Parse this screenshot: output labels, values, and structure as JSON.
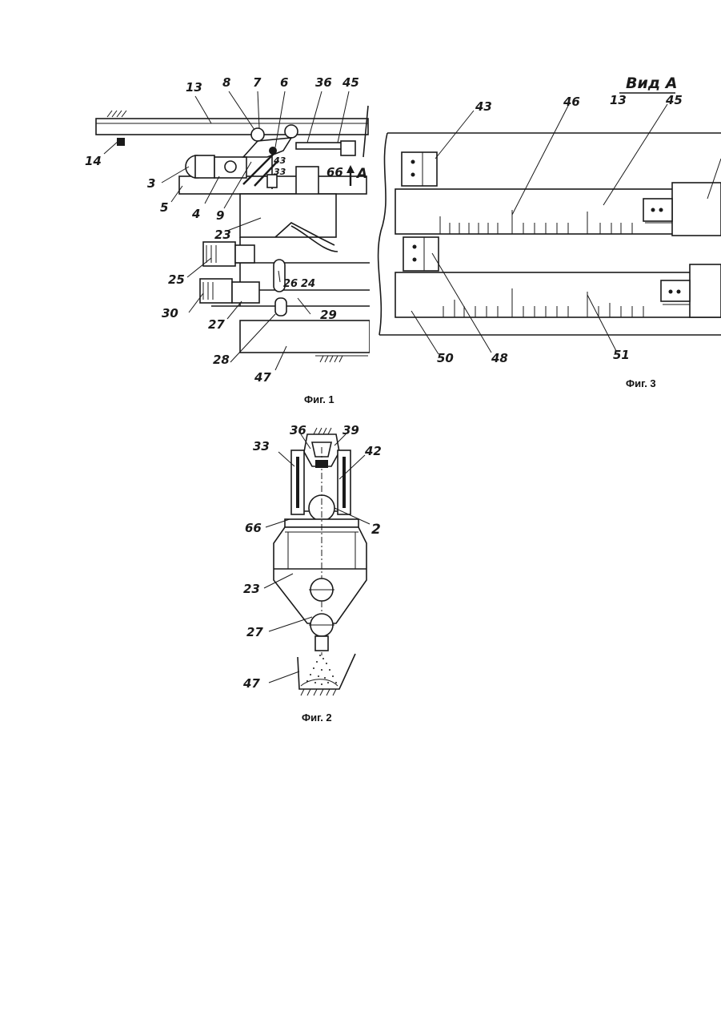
{
  "figures": {
    "fig1": {
      "caption": "Фиг. 1",
      "labels": {
        "l13": "13",
        "l8": "8",
        "l7": "7",
        "l6": "6",
        "l36": "36",
        "l45": "45",
        "l14": "14",
        "l3": "3",
        "l5": "5",
        "l4": "4",
        "l9": "9",
        "l43": "43",
        "l33": "33",
        "l66": "66",
        "lA": "A",
        "l23": "23",
        "l25": "25",
        "l26": "26",
        "l24": "24",
        "l30": "30",
        "l27": "27",
        "l29": "29",
        "l28": "28",
        "l47": "47"
      }
    },
    "fig2": {
      "caption": "Фиг. 2",
      "labels": {
        "l36": "36",
        "l39": "39",
        "l33": "33",
        "l42": "42",
        "l66": "66",
        "l2": "2",
        "l23": "23",
        "l27": "27",
        "l47": "47"
      }
    },
    "fig3": {
      "caption": "Фиг. 3",
      "view_title": "Вид А",
      "labels": {
        "l43": "43",
        "l46": "46",
        "l13": "13",
        "l45": "45",
        "l48": "48",
        "l50": "50",
        "l51": "51"
      }
    }
  }
}
